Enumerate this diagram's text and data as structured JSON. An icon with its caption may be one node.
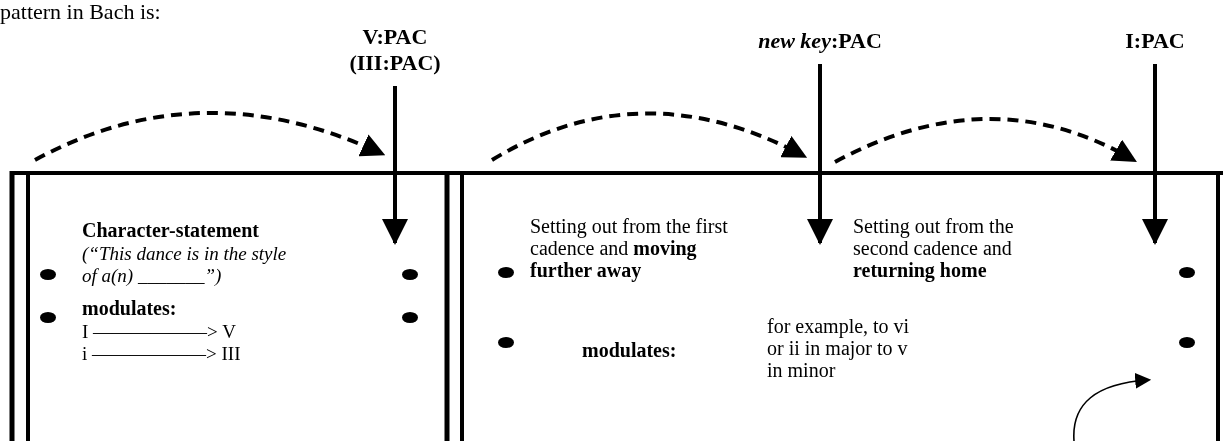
{
  "diagram": {
    "nodes": [
      {
        "text": [
          "Character-statement",
          "(“This dance is in the style of a(n) _______”)",
          "modulates:",
          "I ——————> V",
          "i ——————> III"
        ]
      },
      {
        "text": [
          "Setting out from the first cadence and **moving further away**",
          "Setting out from the second cadence and **returning home**",
          "modulates:",
          "for example, to vi or ii in major to v in minor"
        ]
      },
      {
        "text": [
          "V:PAC (III:PAC)"
        ]
      },
      {
        "text": [
          "*new key*:PAC"
        ]
      },
      {
        "text": [
          "I:PAC"
        ]
      }
    ],
    "edges": [
      {
        "from": 2,
        "to": 0,
        "arrow": "to"
      },
      {
        "from": 3,
        "to": 1,
        "arrow": "to"
      },
      {
        "from": 4,
        "to": 1,
        "arrow": "to"
      }
    ],
    "labels": [
      "pattern in Bach is:"
    ]
  }
}
